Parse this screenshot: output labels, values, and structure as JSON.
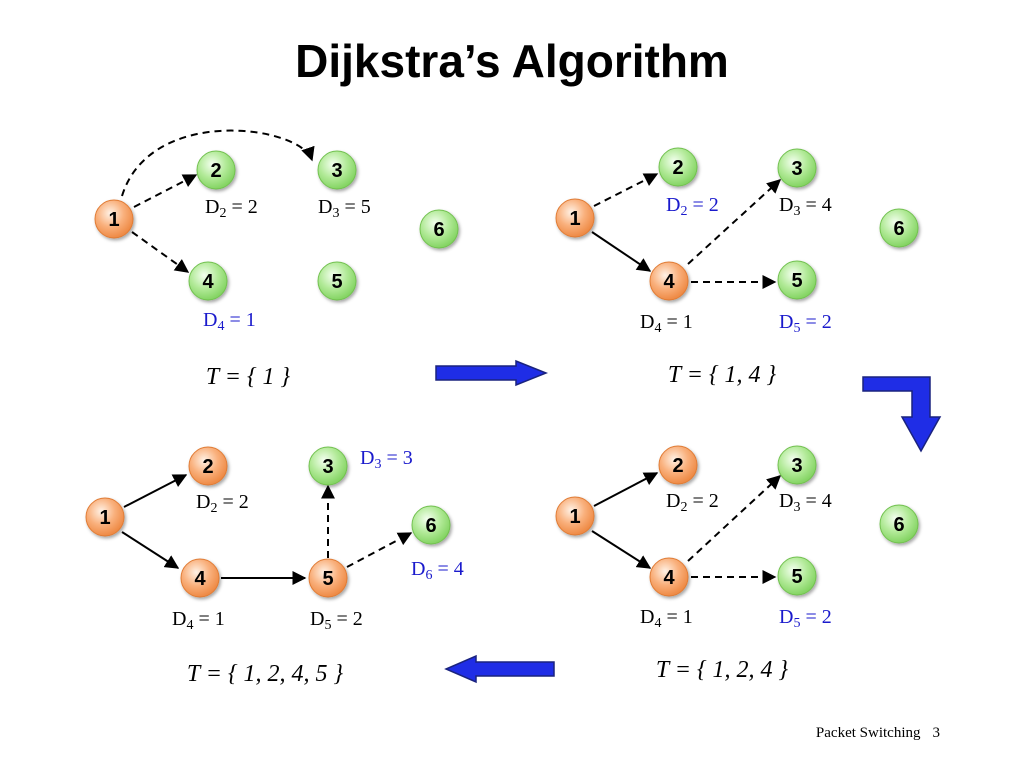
{
  "title": "Dijkstra’s Algorithm",
  "footer": {
    "label": "Packet Switching",
    "page": "3"
  },
  "colors": {
    "node_orange": "#f7a46a",
    "node_green": "#a6e389",
    "highlight_text": "#1a1acc",
    "arrow_blue": "#1f2de6"
  },
  "panels": [
    {
      "id": "step1",
      "t_set": "T = { 1 }",
      "labels": [
        {
          "base": "D",
          "sub": "2",
          "rest": " = 2",
          "hl": false
        },
        {
          "base": "D",
          "sub": "3",
          "rest": " = 5",
          "hl": false
        },
        {
          "base": "D",
          "sub": "4",
          "rest": " = 1",
          "hl": true
        }
      ]
    },
    {
      "id": "step2",
      "t_set": "T = { 1, 4 }",
      "labels": [
        {
          "base": "D",
          "sub": "2",
          "rest": " = 2",
          "hl": true
        },
        {
          "base": "D",
          "sub": "3",
          "rest": " = 4",
          "hl": false
        },
        {
          "base": "D",
          "sub": "4",
          "rest": " = 1",
          "hl": false
        },
        {
          "base": "D",
          "sub": "5",
          "rest": " = 2",
          "hl": true
        }
      ]
    },
    {
      "id": "step3",
      "t_set": "T = { 1, 2, 4 }",
      "labels": [
        {
          "base": "D",
          "sub": "2",
          "rest": " = 2",
          "hl": false
        },
        {
          "base": "D",
          "sub": "3",
          "rest": " = 4",
          "hl": false
        },
        {
          "base": "D",
          "sub": "4",
          "rest": " = 1",
          "hl": false
        },
        {
          "base": "D",
          "sub": "5",
          "rest": " = 2",
          "hl": true
        }
      ]
    },
    {
      "id": "step4",
      "t_set": "T = { 1, 2, 4, 5 }",
      "labels": [
        {
          "base": "D",
          "sub": "2",
          "rest": " = 2",
          "hl": false
        },
        {
          "base": "D",
          "sub": "3",
          "rest": " = 3",
          "hl": true
        },
        {
          "base": "D",
          "sub": "4",
          "rest": " = 1",
          "hl": false
        },
        {
          "base": "D",
          "sub": "5",
          "rest": " = 2",
          "hl": false
        },
        {
          "base": "D",
          "sub": "6",
          "rest": " = 4",
          "hl": true
        }
      ]
    }
  ],
  "nodes": {
    "step1": [
      {
        "id": "1",
        "color": "orange"
      },
      {
        "id": "2",
        "color": "green"
      },
      {
        "id": "3",
        "color": "green"
      },
      {
        "id": "4",
        "color": "green"
      },
      {
        "id": "5",
        "color": "green"
      },
      {
        "id": "6",
        "color": "green"
      }
    ],
    "step2": [
      {
        "id": "1",
        "color": "orange"
      },
      {
        "id": "2",
        "color": "green"
      },
      {
        "id": "3",
        "color": "green"
      },
      {
        "id": "4",
        "color": "orange"
      },
      {
        "id": "5",
        "color": "green"
      },
      {
        "id": "6",
        "color": "green"
      }
    ],
    "step3": [
      {
        "id": "1",
        "color": "orange"
      },
      {
        "id": "2",
        "color": "orange"
      },
      {
        "id": "3",
        "color": "green"
      },
      {
        "id": "4",
        "color": "orange"
      },
      {
        "id": "5",
        "color": "green"
      },
      {
        "id": "6",
        "color": "green"
      }
    ],
    "step4": [
      {
        "id": "1",
        "color": "orange"
      },
      {
        "id": "2",
        "color": "orange"
      },
      {
        "id": "3",
        "color": "green"
      },
      {
        "id": "4",
        "color": "orange"
      },
      {
        "id": "5",
        "color": "orange"
      },
      {
        "id": "6",
        "color": "green"
      }
    ]
  }
}
